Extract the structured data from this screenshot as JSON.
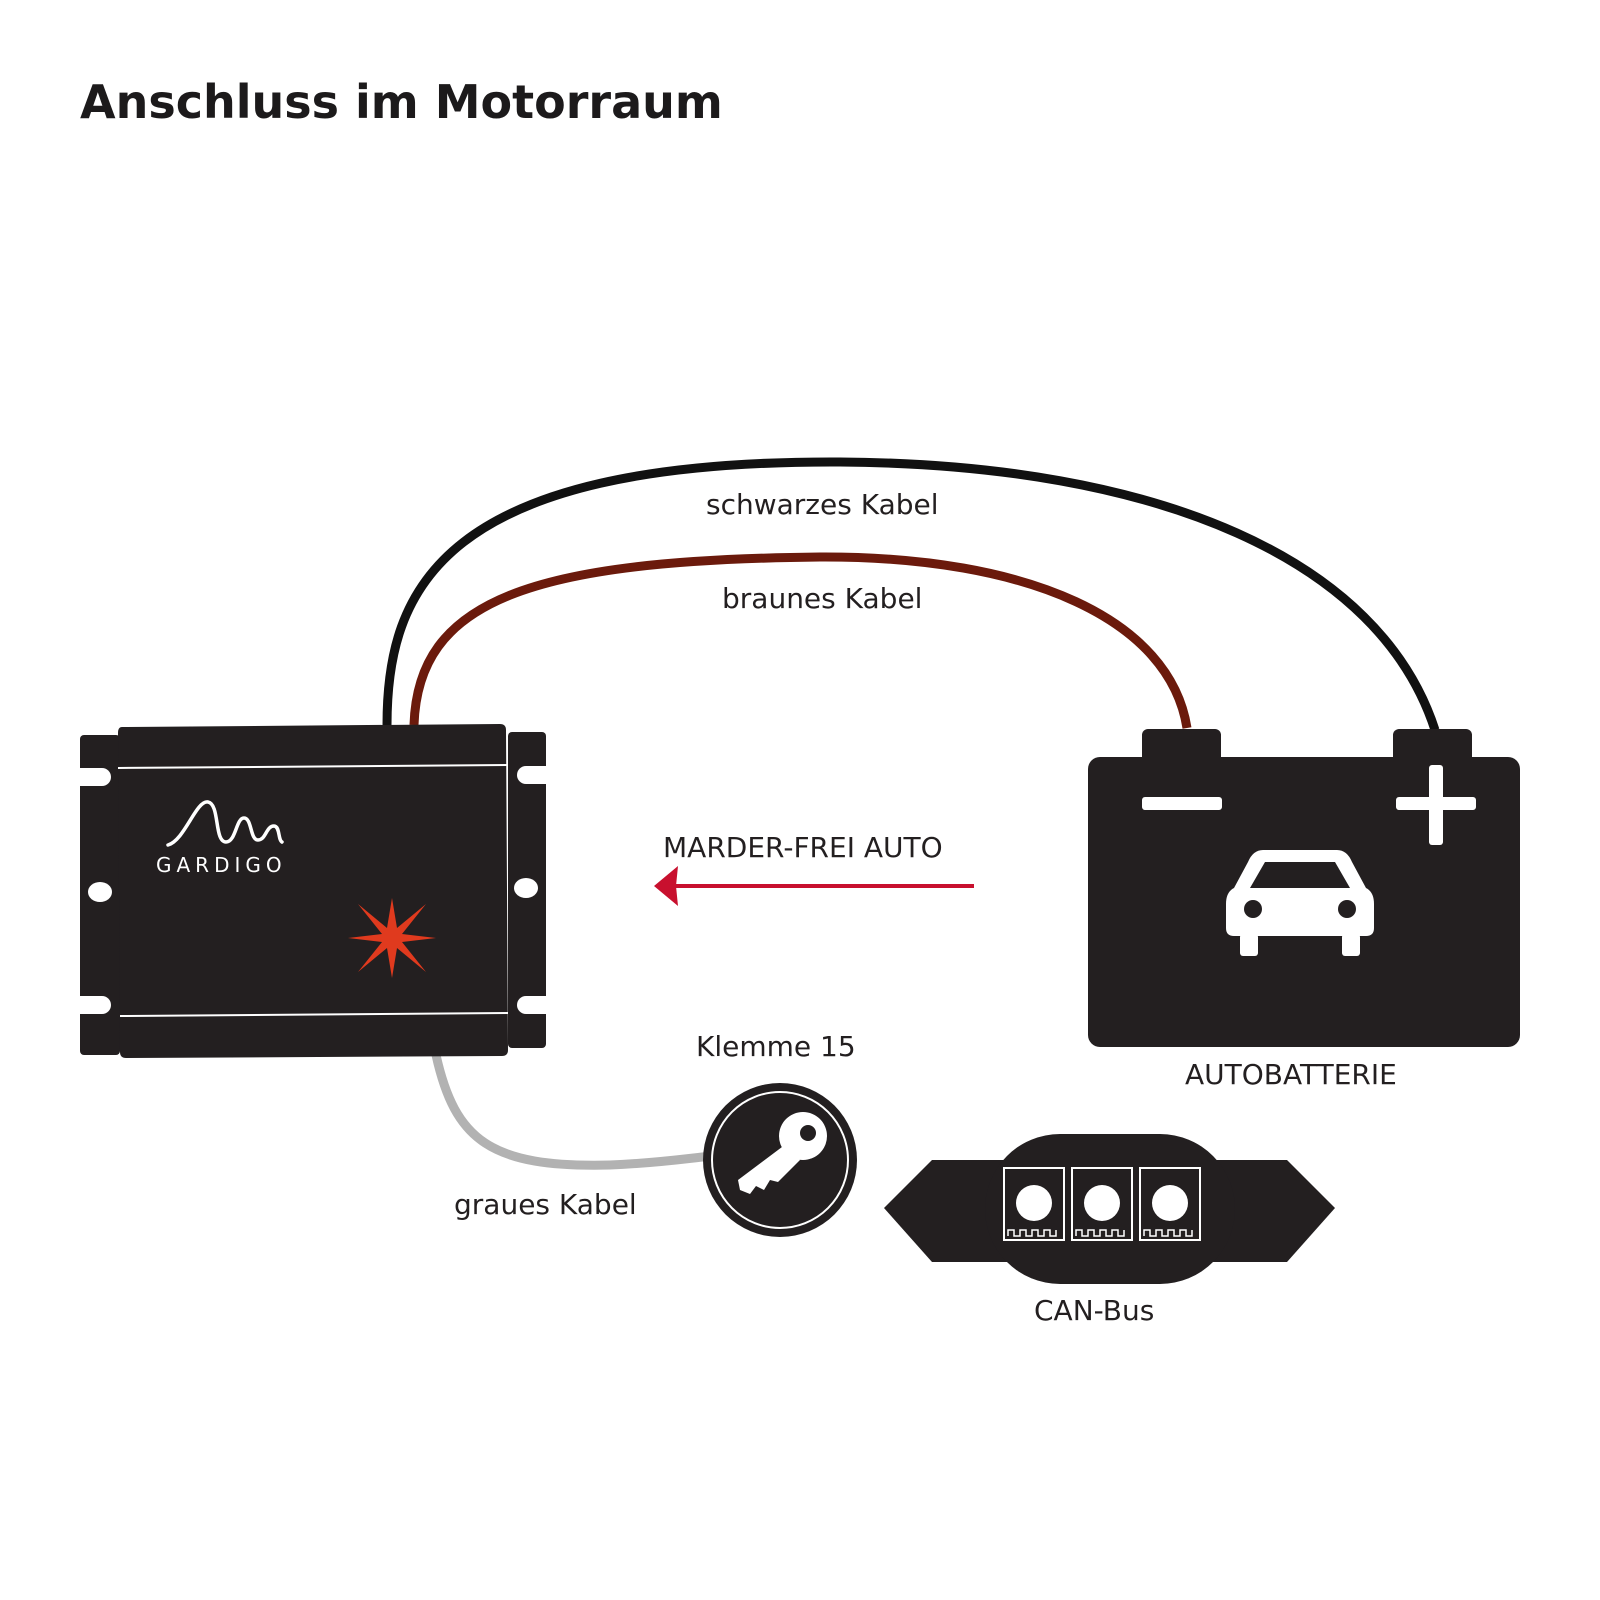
{
  "title": "Anschluss im Motorraum",
  "labels": {
    "black_cable": "schwarzes Kabel",
    "brown_cable": "braunes Kabel",
    "marder_frei": "MARDER-FREI AUTO",
    "klemme": "Klemme 15",
    "grey_cable": "graues Kabel",
    "battery": "AUTOBATTERIE",
    "canbus": "CAN-Bus"
  },
  "device": {
    "brand": "GARDIGO"
  },
  "battery_terminals": {
    "negative": "−",
    "positive": "+"
  },
  "colors": {
    "black_cable": "#111111",
    "brown_cable": "#6b1a0c",
    "grey_cable": "#b2b2b2",
    "arrow": "#c8102e",
    "device_body": "#231f20",
    "led": "#e03a1e"
  },
  "icons": {
    "device_logo": "gardigo-wave-logo",
    "led": "red-starburst-icon",
    "battery_car": "car-front-icon",
    "ignition": "key-icon",
    "connector": "canbus-connector-icon"
  }
}
